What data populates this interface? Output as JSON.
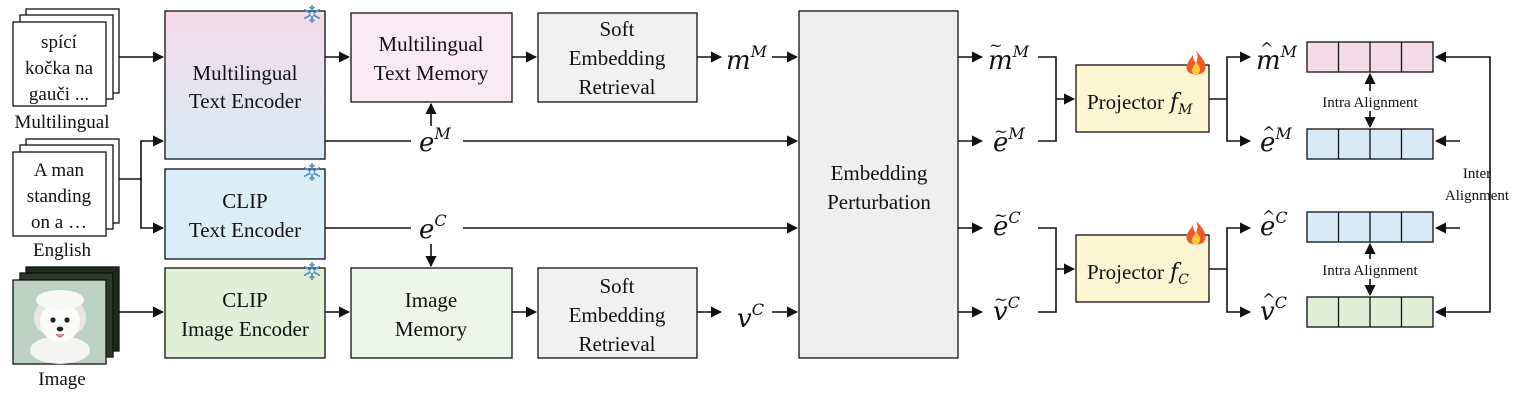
{
  "inputs": {
    "multilingual": {
      "lines": [
        "spící",
        "kočka na",
        "gauči ..."
      ],
      "caption": "Multilingual"
    },
    "english": {
      "lines": [
        "A man",
        "standing",
        "on a …"
      ],
      "caption": "English"
    },
    "image": {
      "caption": "Image"
    }
  },
  "modules": {
    "multilingual_text_encoder": {
      "line1": "Multilingual",
      "line2": "Text Encoder"
    },
    "clip_text_encoder": {
      "line1": "CLIP",
      "line2": "Text Encoder"
    },
    "clip_image_encoder": {
      "line1": "CLIP",
      "line2": "Image Encoder"
    },
    "multilingual_text_memory": {
      "line1": "Multilingual",
      "line2": "Text Memory"
    },
    "image_memory": {
      "line1": "Image",
      "line2": "Memory"
    },
    "soft_retrieval_top": {
      "line1": "Soft",
      "line2": "Embedding",
      "line3": "Retrieval"
    },
    "soft_retrieval_bottom": {
      "line1": "Soft",
      "line2": "Embedding",
      "line3": "Retrieval"
    },
    "embedding_perturbation": {
      "line1": "Embedding",
      "line2": "Perturbation"
    },
    "projector_m": {
      "text": "Projector",
      "sym": "f",
      "sub": "M"
    },
    "projector_c": {
      "text": "Projector",
      "sym": "f",
      "sub": "C"
    }
  },
  "symbols": {
    "mM": {
      "base": "m",
      "sup": "M"
    },
    "eM": {
      "base": "e",
      "sup": "M"
    },
    "eC": {
      "base": "e",
      "sup": "C"
    },
    "vC": {
      "base": "v",
      "sup": "C"
    },
    "mM_tilde": {
      "base": "m",
      "sup": "M",
      "accent": "~"
    },
    "eM_tilde": {
      "base": "e",
      "sup": "M",
      "accent": "~"
    },
    "eC_tilde": {
      "base": "e",
      "sup": "C",
      "accent": "~"
    },
    "vC_tilde": {
      "base": "v",
      "sup": "C",
      "accent": "~"
    },
    "mM_hat": {
      "base": "m",
      "sup": "M",
      "accent": "^"
    },
    "eM_hat": {
      "base": "e",
      "sup": "M",
      "accent": "^"
    },
    "eC_hat": {
      "base": "e",
      "sup": "C",
      "accent": "^"
    },
    "vC_hat": {
      "base": "v",
      "sup": "C",
      "accent": "^"
    }
  },
  "alignment": {
    "intra_top": "Intra Alignment",
    "intra_bottom": "Intra Alignment",
    "inter_line1": "Inter",
    "inter_line2": "Alignment"
  },
  "colors": {
    "multilingual_top": "#f4dbe8",
    "multilingual_bottom": "#d9ebf6",
    "clip_text": "#dbeef8",
    "clip_image": "#e1eed8",
    "memory_text": "#faeaf3",
    "memory_image": "#eef5ea",
    "retrieval": "#f1f1f1",
    "perturbation": "#efefef",
    "projector": "#fdf6d2",
    "emb_pink": "#f4dbe8",
    "emb_blue": "#d9ebf6",
    "emb_green": "#e1eed8"
  },
  "icons": {
    "frozen": "snowflake-icon",
    "trainable": "flame-icon"
  }
}
